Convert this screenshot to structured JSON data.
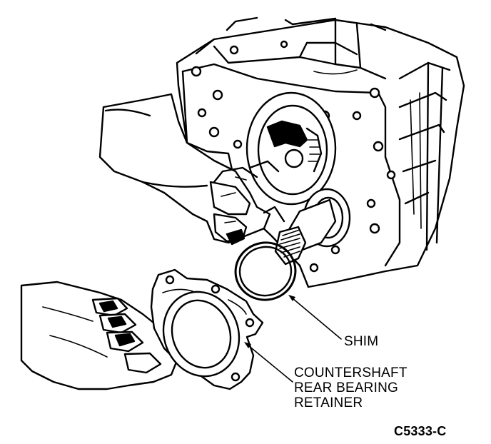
{
  "labels": {
    "shim": "SHIM",
    "retainer_line1": "COUNTERSHAFT",
    "retainer_line2": "REAR BEARING",
    "retainer_line3": "RETAINER",
    "figure_code": "C5333-C"
  },
  "colors": {
    "ink": "#000000",
    "paper": "#ffffff"
  }
}
